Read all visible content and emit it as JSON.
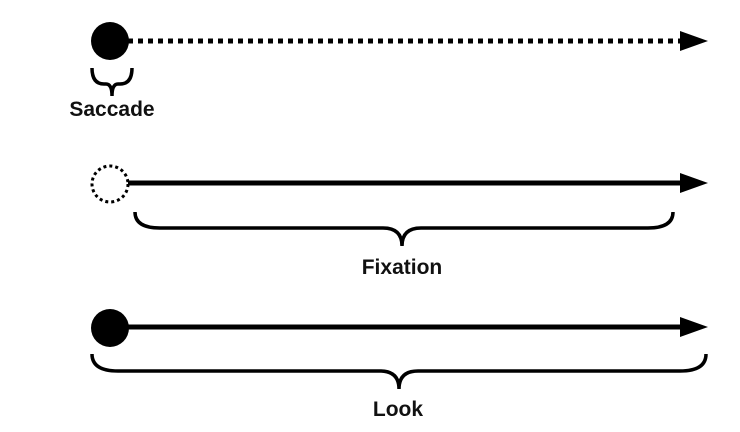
{
  "diagram": {
    "rows": [
      {
        "id": "saccade",
        "label": "Saccade",
        "marker": "filled-circle",
        "line_style": "dotted",
        "brace_span": "marker-only"
      },
      {
        "id": "fixation",
        "label": "Fixation",
        "marker": "dotted-outline-circle",
        "line_style": "solid",
        "brace_span": "line-only"
      },
      {
        "id": "look",
        "label": "Look",
        "marker": "filled-circle",
        "line_style": "solid",
        "brace_span": "marker-and-line"
      }
    ],
    "colors": {
      "stroke": "#000000",
      "background": "#ffffff"
    }
  }
}
